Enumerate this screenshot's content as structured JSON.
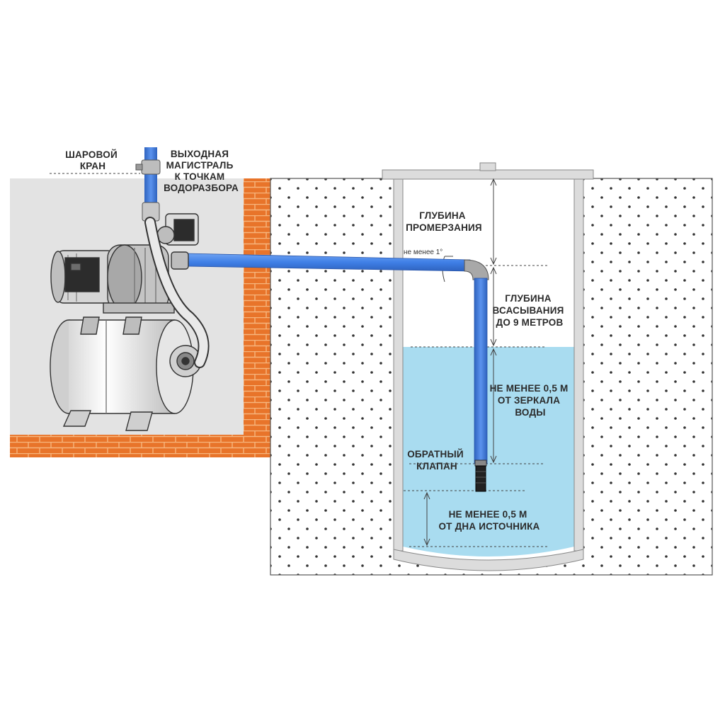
{
  "labels": {
    "ball_valve": [
      "ШАРОВОЙ",
      "КРАН"
    ],
    "outlet_main": [
      "ВЫХОДНАЯ",
      "МАГИСТРАЛЬ",
      "К ТОЧКАМ",
      "ВОДОРАЗБОРА"
    ],
    "freeze_depth": [
      "ГЛУБИНА",
      "ПРОМЕРЗАНИЯ"
    ],
    "slope_note": "не менее 1°",
    "suction_depth": [
      "ГЛУБИНА",
      "ВСАСЫВАНИЯ",
      "ДО 9 МЕТРОВ"
    ],
    "min_from_surface": [
      "НЕ МЕНЕЕ 0,5 М",
      "ОТ ЗЕРКАЛА",
      "ВОДЫ"
    ],
    "check_valve": [
      "ОБРАТНЫЙ",
      "КЛАПАН"
    ],
    "min_from_bottom": [
      "НЕ МЕНЕЕ 0,5 М",
      "ОТ ДНА ИСТОЧНИКА"
    ]
  },
  "colors": {
    "pipe_blue": "#3f7fe6",
    "pipe_blue_light": "#6fa3f2",
    "water": "#a9dcf0",
    "brick": "#e8742a",
    "brick_mortar": "#f6b57d",
    "room_wall": "#e3e3e3",
    "ground_dot": "#333333",
    "well_wall": "#dcdcdc"
  },
  "icons": {
    "pump_station": "pump-station-icon",
    "hydro_tank": "pressure-tank-icon",
    "ball_valve": "ball-valve-icon",
    "check_valve": "check-valve-icon"
  }
}
